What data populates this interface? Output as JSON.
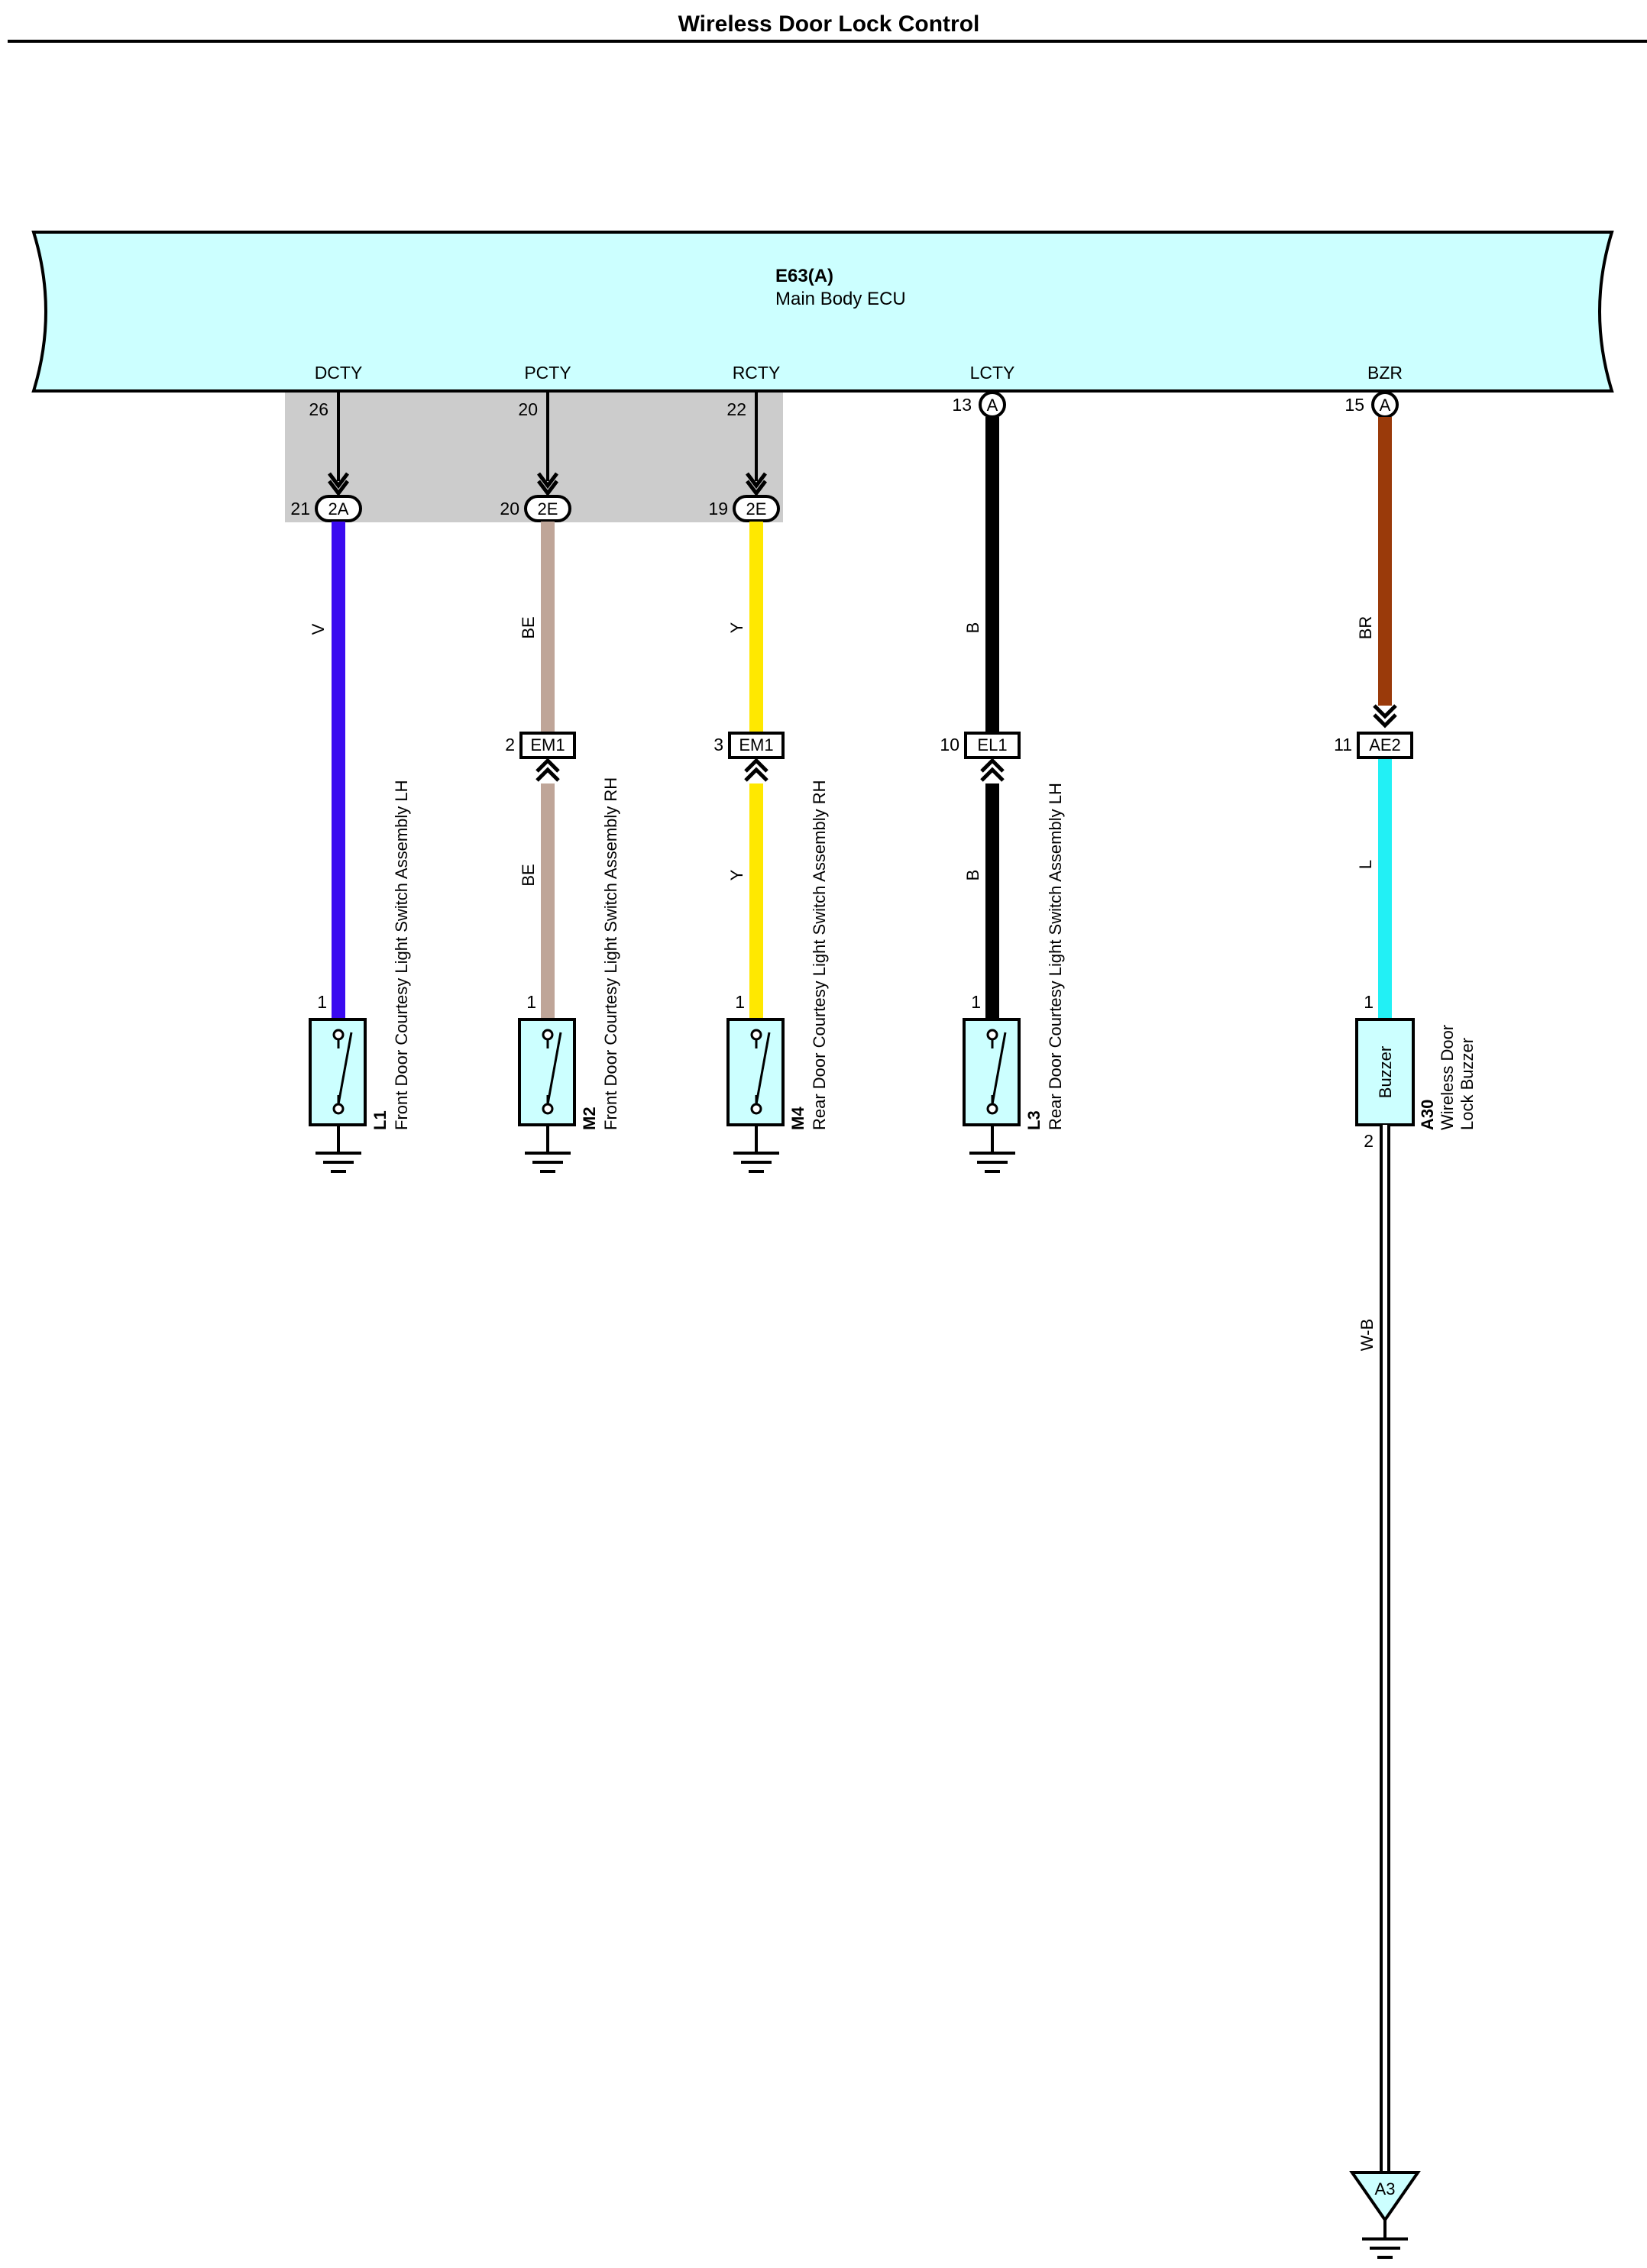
{
  "title": "Wireless Door Lock Control",
  "ecu": {
    "id": "E63(A)",
    "name": "Main Body ECU",
    "fill_color": "#ccffff"
  },
  "circuits": [
    {
      "terminal": "DCTY",
      "ecu_pin": "26",
      "jc_pin": "21",
      "jc_code": "2A",
      "wire_color": "V",
      "wire_hex": "#3a0af0",
      "sw_pin": "1",
      "code": "L1",
      "name": "Front Door Courtesy Light Switch Assembly LH"
    },
    {
      "terminal": "PCTY",
      "ecu_pin": "20",
      "jc_pin": "20",
      "jc_code": "2E",
      "wire_color": "BE",
      "wire_hex": "#bfa598",
      "conn_pin": "2",
      "conn_code": "EM1",
      "wire_color2": "BE",
      "sw_pin": "1",
      "code": "M2",
      "name": "Front Door Courtesy Light Switch Assembly RH"
    },
    {
      "terminal": "RCTY",
      "ecu_pin": "22",
      "jc_pin": "19",
      "jc_code": "2E",
      "wire_color": "Y",
      "wire_hex": "#ffe800",
      "conn_pin": "3",
      "conn_code": "EM1",
      "wire_color2": "Y",
      "sw_pin": "1",
      "code": "M4",
      "name": "Rear Door Courtesy Light Switch Assembly RH"
    },
    {
      "terminal": "LCTY",
      "ecu_pin": "13",
      "ecu_conn": "A",
      "wire_color": "B",
      "wire_hex": "#000000",
      "conn_pin": "10",
      "conn_code": "EL1",
      "wire_color2": "B",
      "sw_pin": "1",
      "code": "L3",
      "name": "Rear Door Courtesy Light Switch Assembly LH"
    },
    {
      "terminal": "BZR",
      "ecu_pin": "15",
      "ecu_conn": "A",
      "wire_color": "BR",
      "wire_hex": "#9a3a0a",
      "conn_pin": "11",
      "conn_code": "AE2",
      "wire_color2": "L",
      "wire_hex2": "#22f0f5",
      "buzzer_pin1": "1",
      "buzzer_label": "Buzzer",
      "buzzer_pin2": "2",
      "code": "A30",
      "name_line1": "Wireless Door",
      "name_line2": "Lock Buzzer",
      "ground_wire_color": "W-B",
      "ground_point": "A3"
    }
  ],
  "colors": {
    "junction_block": "#cccccc",
    "component_fill": "#ccffff"
  }
}
